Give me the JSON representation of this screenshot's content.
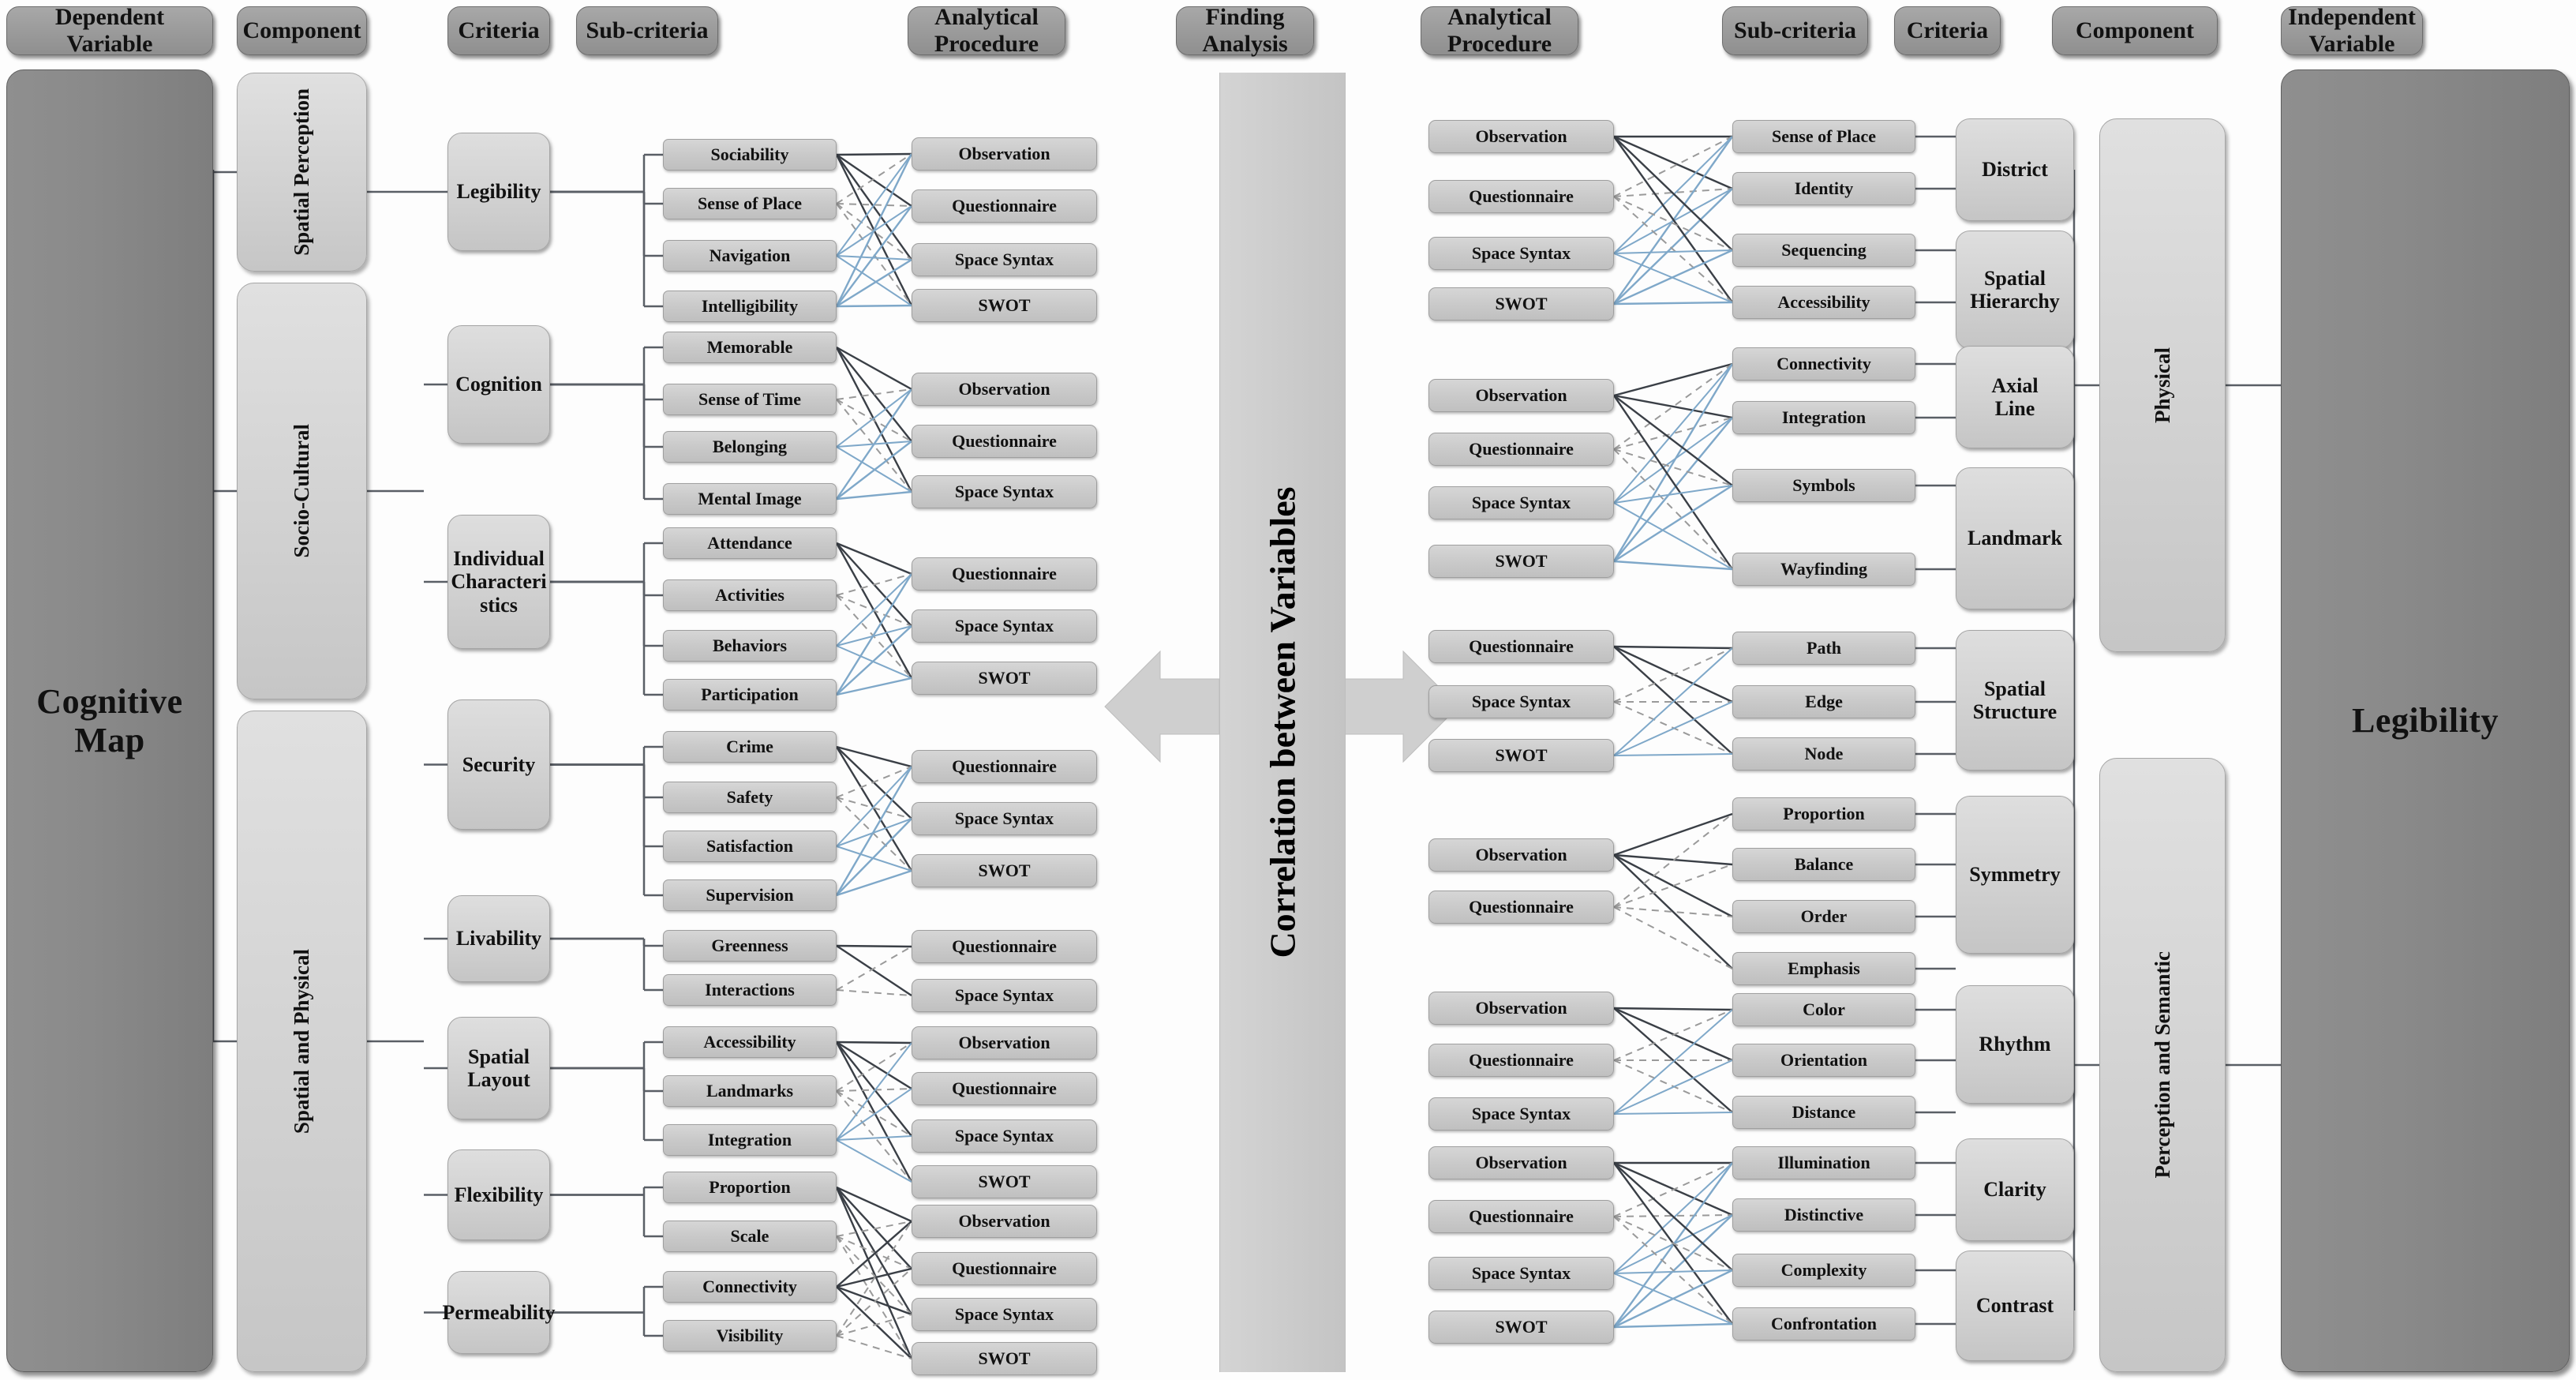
{
  "headers": [
    {
      "id": "dependent-variable",
      "label": "Dependent\nVariable"
    },
    {
      "id": "component-left",
      "label": "Component"
    },
    {
      "id": "criteria-left",
      "label": "Criteria"
    },
    {
      "id": "sub-criteria-left",
      "label": "Sub-criteria"
    },
    {
      "id": "analytical-procedure-left",
      "label": "Analytical\nProcedure"
    },
    {
      "id": "finding-analysis",
      "label": "Finding\nAnalysis"
    },
    {
      "id": "analytical-procedure-right",
      "label": "Analytical\nProcedure"
    },
    {
      "id": "sub-criteria-right",
      "label": "Sub-criteria"
    },
    {
      "id": "criteria-right",
      "label": "Criteria"
    },
    {
      "id": "component-right",
      "label": "Component"
    },
    {
      "id": "independent-variable",
      "label": "Independent\nVariable"
    }
  ],
  "left": {
    "anchor": "Cognitive\nMap",
    "components": [
      "Spatial Perception",
      "Socio-Cultural",
      "Spatial and Physical"
    ],
    "criteria": [
      "Legibility",
      "Cognition",
      "Individual\nCharacteri\nstics",
      "Security",
      "Livability",
      "Spatial\nLayout",
      "Flexibility",
      "Permeability"
    ],
    "sub_criteria_groups": [
      [
        "Sociability",
        "Sense of Place",
        "Navigation",
        "Intelligibility"
      ],
      [
        "Memorable",
        "Sense of Time",
        "Belonging",
        "Mental Image"
      ],
      [
        "Attendance",
        "Activities",
        "Behaviors",
        "Participation"
      ],
      [
        "Crime",
        "Safety",
        "Satisfaction",
        "Supervision"
      ],
      [
        "Greenness",
        "Interactions"
      ],
      [
        "Accessibility",
        "Landmarks",
        "Integration"
      ],
      [
        "Proportion",
        "Scale"
      ],
      [
        "Connectivity",
        "Visibility"
      ]
    ],
    "procedure_groups": [
      [
        "Observation",
        "Questionnaire",
        "Space Syntax",
        "SWOT"
      ],
      [
        "Observation",
        "Questionnaire",
        "Space Syntax"
      ],
      [
        "Questionnaire",
        "Space Syntax",
        "SWOT"
      ],
      [
        "Questionnaire",
        "Space Syntax",
        "SWOT"
      ],
      [
        "Questionnaire",
        "Space Syntax"
      ],
      [
        "Observation",
        "Questionnaire",
        "Space Syntax",
        "SWOT"
      ],
      [
        "Observation",
        "Questionnaire",
        "Space Syntax",
        "SWOT"
      ]
    ]
  },
  "center": {
    "band_label": "Correlation between Variables"
  },
  "right": {
    "anchor": "Legibility",
    "components": [
      "Physical",
      "Perception and Semantic"
    ],
    "criteria": [
      "District",
      "Spatial\nHierarchy",
      "Axial\nLine",
      "Landmark",
      "Spatial\nStructure",
      "Symmetry",
      "Rhythm",
      "Clarity",
      "Contrast"
    ],
    "sub_criteria_groups": [
      [
        "Sense of Place",
        "Identity"
      ],
      [
        "Sequencing",
        "Accessibility"
      ],
      [
        "Connectivity",
        "Integration"
      ],
      [
        "Symbols",
        "Wayfinding"
      ],
      [
        "Path",
        "Edge",
        "Node"
      ],
      [
        "Proportion",
        "Balance",
        "Order",
        "Emphasis"
      ],
      [
        "Color",
        "Orientation",
        "Distance"
      ],
      [
        "Illumination",
        "Distinctive"
      ],
      [
        "Complexity",
        "Confrontation"
      ]
    ],
    "procedure_groups": [
      [
        "Observation",
        "Questionnaire",
        "Space Syntax",
        "SWOT"
      ],
      [
        "Observation",
        "Questionnaire",
        "Space Syntax",
        "SWOT"
      ],
      [
        "Questionnaire",
        "Space Syntax",
        "SWOT"
      ],
      [
        "Observation",
        "Questionnaire"
      ],
      [
        "Observation",
        "Questionnaire",
        "Space Syntax"
      ],
      [
        "Observation",
        "Questionnaire",
        "Space Syntax",
        "SWOT"
      ]
    ]
  },
  "colors": {
    "box_fill": "#cbcbcb",
    "header_fill": "#9b9b9b",
    "anchor_fill": "#8a8a8a",
    "band_fill": "#cccccc",
    "link_dark": "#3a3f46",
    "link_blue": "#7fa8c9",
    "link_dashed": "#9a9a9a"
  }
}
